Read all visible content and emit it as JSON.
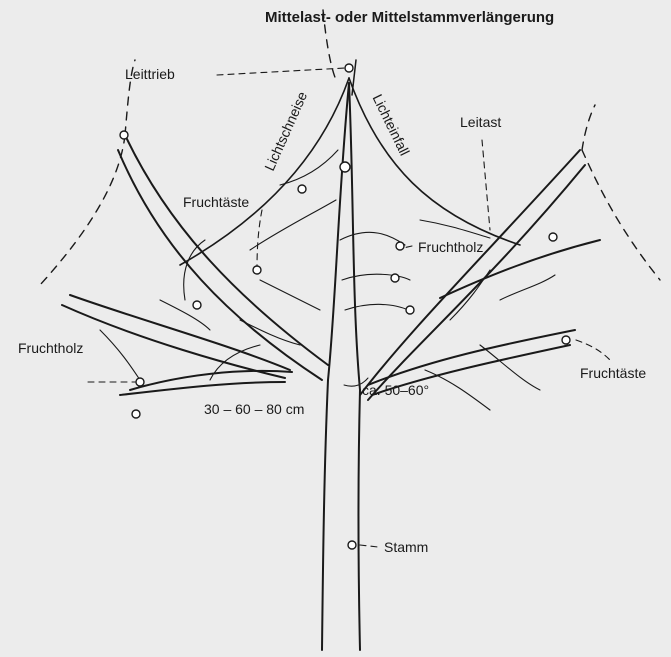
{
  "title": "Mittelast- oder Mittelstammverlängerung",
  "labels": {
    "leittrieb": "Leittrieb",
    "lichtschneise": "Lichtschneise",
    "lichteinfall": "Lichteinfall",
    "leitast": "Leitast",
    "fruchtaeste_left": "Fruchtäste",
    "fruchtholz_center": "Fruchtholz",
    "fruchtholz_left": "Fruchtholz",
    "fruchtaeste_right": "Fruchtäste",
    "distance": "30 – 60 – 80 cm",
    "angle": "ca. 50–60°",
    "stamm": "Stamm"
  },
  "colors": {
    "background": "#ececec",
    "ink": "#1a1a1a"
  }
}
